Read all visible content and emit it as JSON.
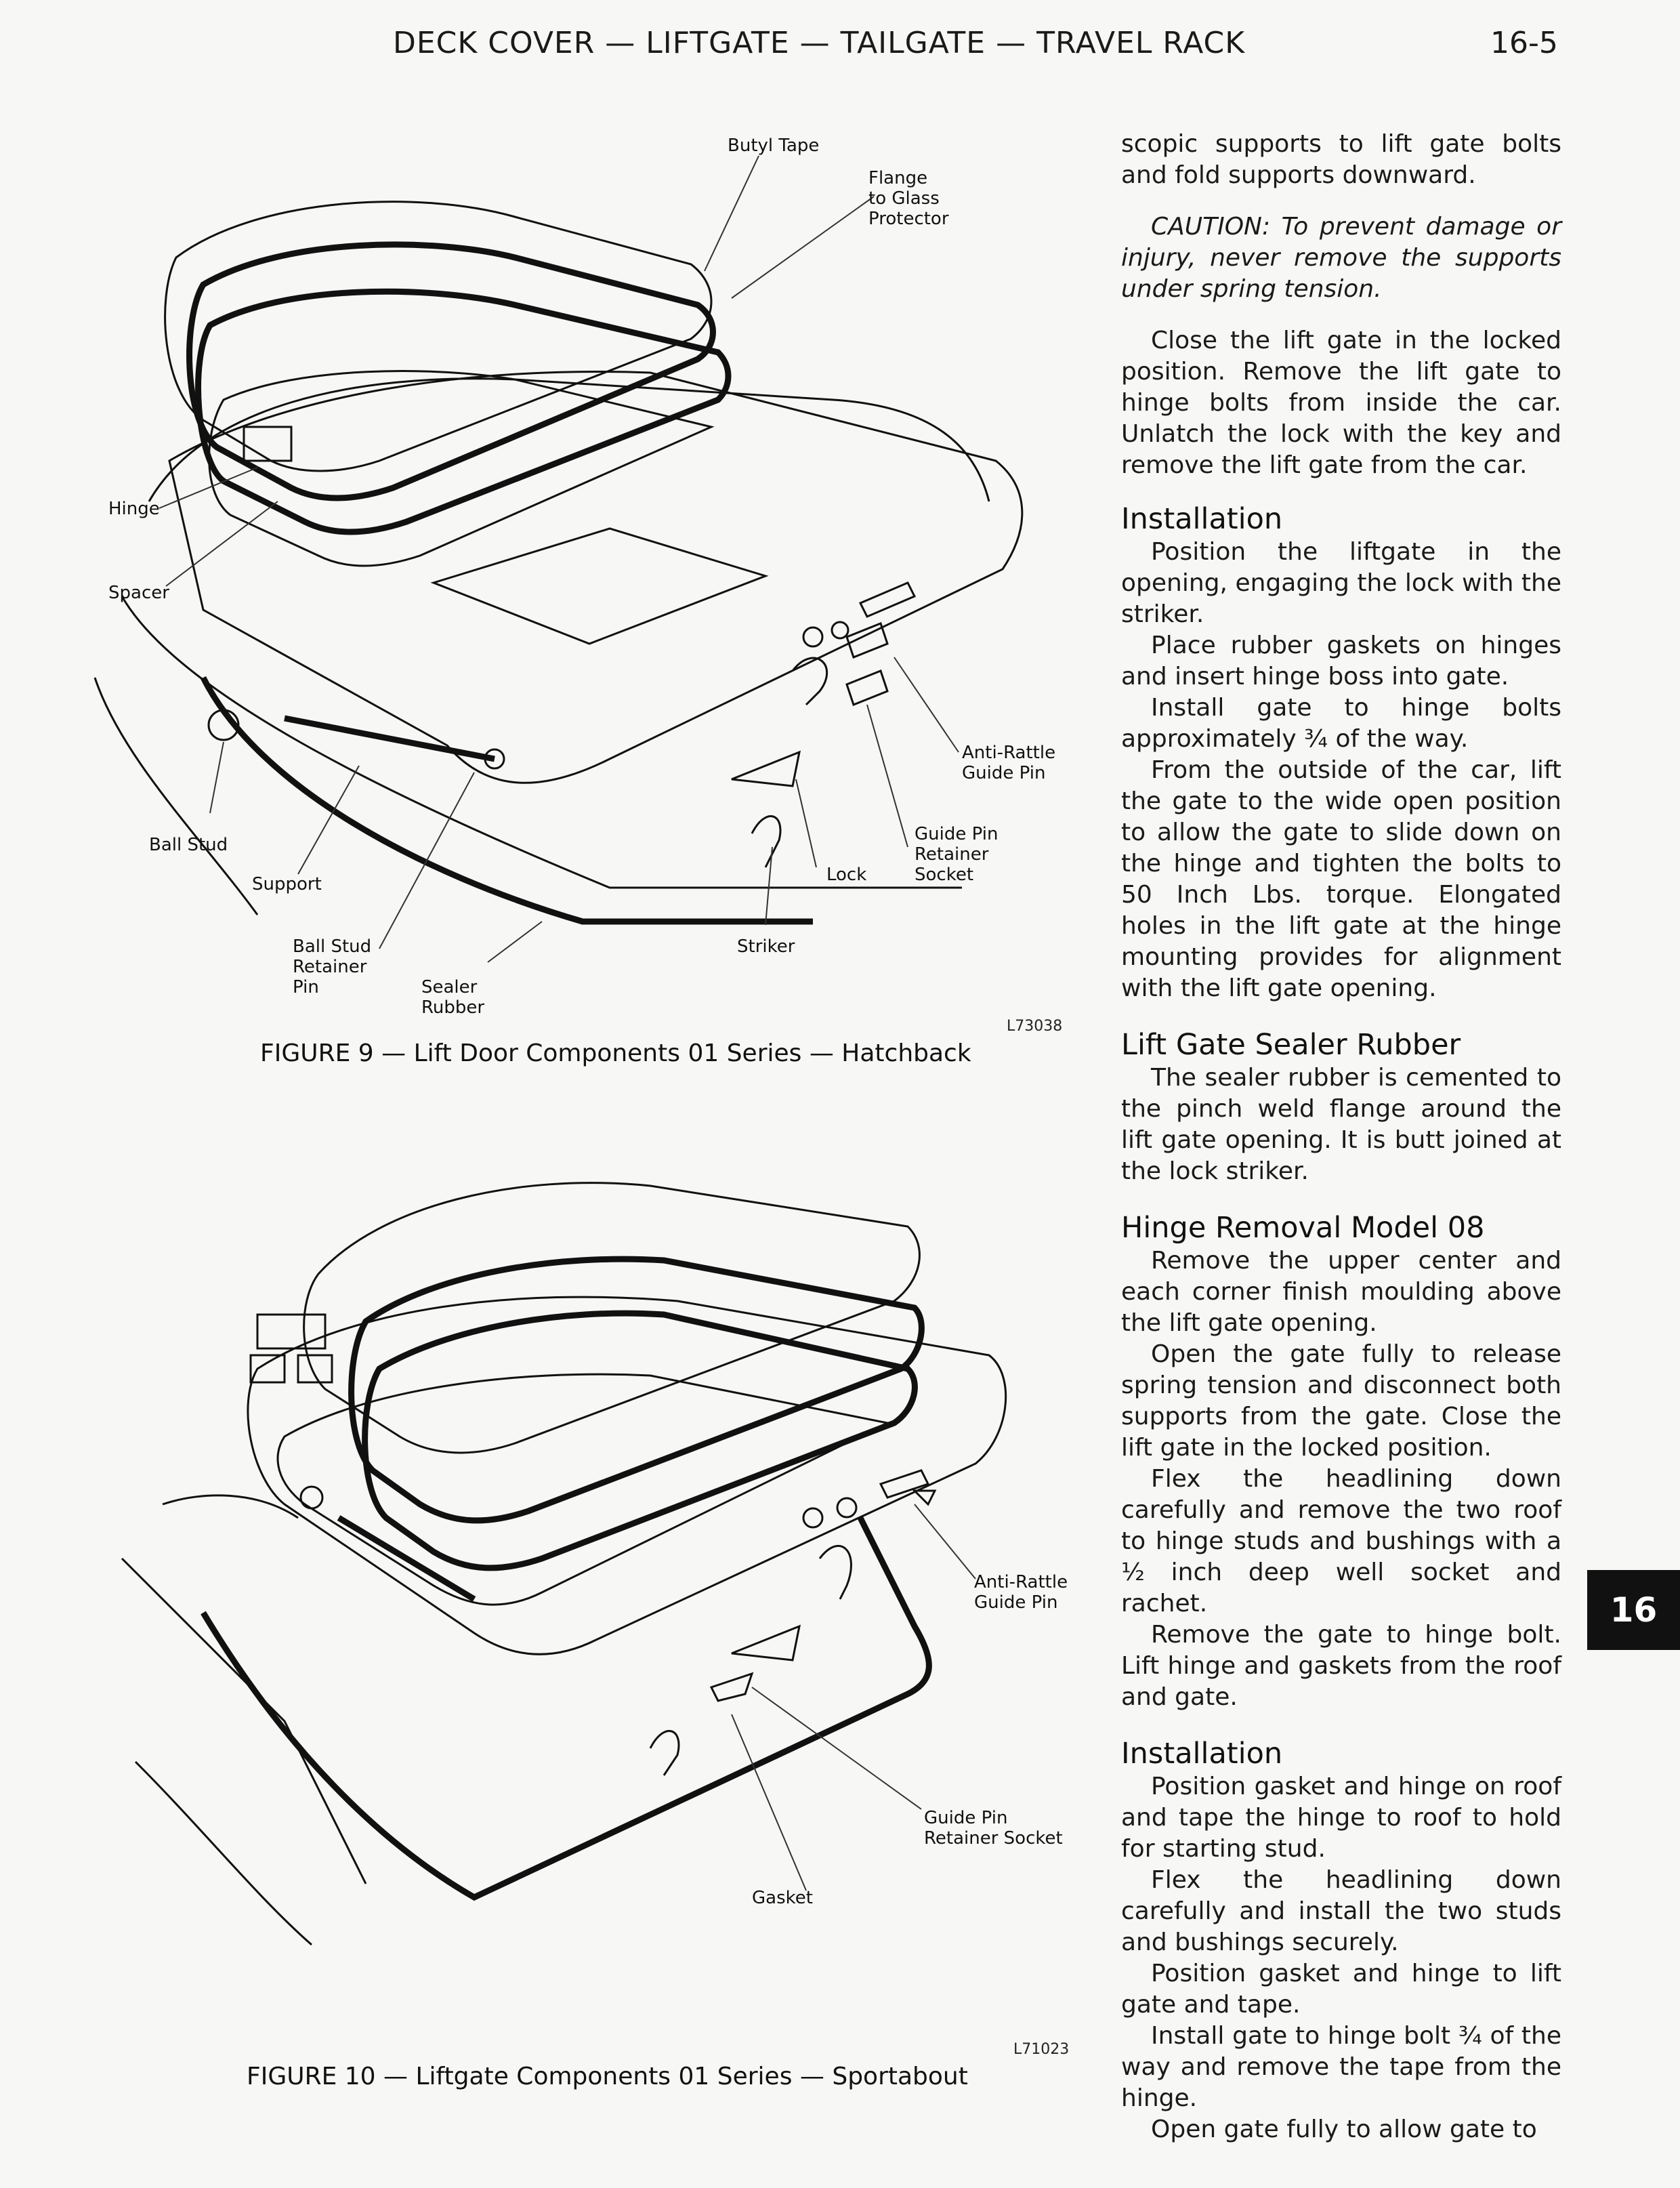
{
  "header": {
    "title": "DECK COVER — LIFTGATE — TAILGATE — TRAVEL RACK",
    "page_number": "16-5"
  },
  "figure9": {
    "callouts": {
      "butyl_tape": "Butyl Tape",
      "flange": "Flange\nto Glass\nProtector",
      "hinge": "Hinge",
      "spacer": "Spacer",
      "anti_rattle": "Anti-Rattle\nGuide Pin",
      "guide_pin": "Guide Pin\nRetainer\nSocket",
      "lock": "Lock",
      "striker": "Striker",
      "ball_stud": "Ball Stud",
      "support": "Support",
      "ball_stud_retainer": "Ball Stud\nRetainer\nPin",
      "sealer_rubber": "Sealer\nRubber"
    },
    "figure_id": "L73038",
    "caption": "FIGURE 9 — Lift Door Components 01 Series — Hatchback"
  },
  "figure10": {
    "callouts": {
      "anti_rattle": "Anti-Rattle\nGuide Pin",
      "guide_pin": "Guide Pin\nRetainer Socket",
      "gasket": "Gasket"
    },
    "figure_id": "L71023",
    "caption": "FIGURE 10 — Liftgate Components 01 Series — Sportabout"
  },
  "text": {
    "intro": "scopic supports to lift gate bolts and fold supports downward.",
    "caution": "CAUTION: To prevent damage or injury, never remove the supports under spring tension.",
    "close": "Close the lift gate in the locked position. Remove the lift gate to hinge bolts from inside the car. Unlatch the lock with the key and remove the lift gate from the car.",
    "installation1_heading": "Installation",
    "installation1": [
      "Position the liftgate in the opening, engaging the lock with the striker.",
      "Place rubber gaskets on hinges and insert hinge boss into gate.",
      "Install gate to hinge bolts approximately ¾ of the way.",
      "From the outside of the car, lift the gate to the wide open position to allow the gate to slide down on the hinge and tighten the bolts to 50 Inch Lbs. torque. Elongated holes in the lift gate at the hinge mounting provides for alignment with the lift gate opening."
    ],
    "sealer_heading": "Lift Gate Sealer Rubber",
    "sealer": "The sealer rubber is cemented to the pinch weld flange around the lift gate opening. It is butt joined at the lock striker.",
    "hinge_removal_heading": "Hinge Removal Model 08",
    "hinge_removal": [
      "Remove the upper center and each corner finish moulding above the lift gate opening.",
      "Open the gate fully to release spring tension and disconnect both supports from the gate. Close the lift gate in the locked position.",
      "Flex the headlining down carefully and remove the two roof to hinge studs and bushings with a ½ inch deep well socket and rachet.",
      "Remove the gate to hinge bolt. Lift hinge and gaskets from the roof and gate."
    ],
    "installation2_heading": "Installation",
    "installation2": [
      "Position gasket and hinge on roof and tape the hinge to roof to hold for starting stud.",
      "Flex the headlining down carefully and install the two studs and bushings securely.",
      "Position gasket and hinge to lift gate and tape.",
      "Install gate to hinge bolt ¾ of the way and remove the tape from the hinge.",
      "Open gate fully to allow gate to"
    ]
  },
  "section_tab": "16"
}
